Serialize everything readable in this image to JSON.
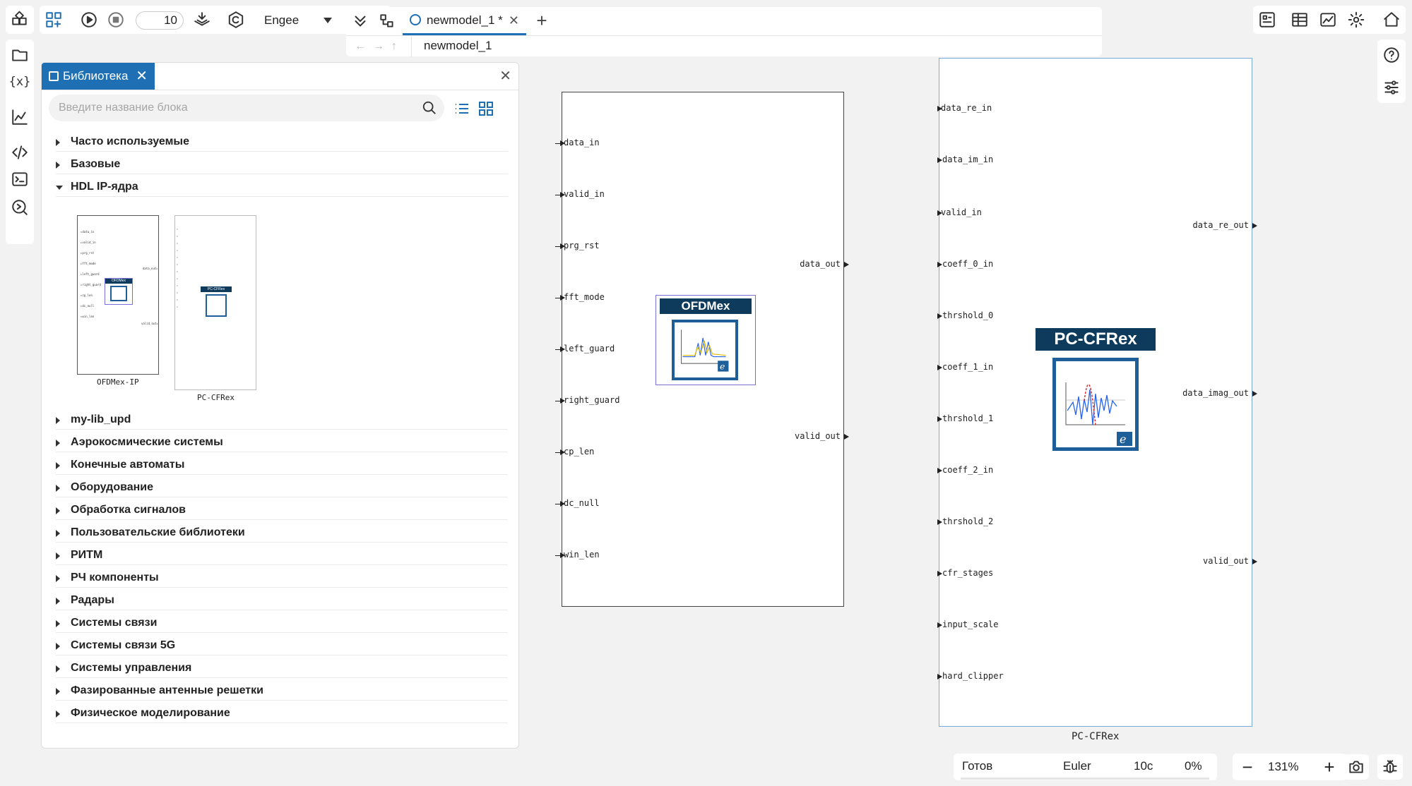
{
  "toolbar": {
    "step_count": "10",
    "solver": "Engee"
  },
  "tabs": [
    {
      "label": "newmodel_1 *"
    }
  ],
  "path": {
    "crumb": "newmodel_1"
  },
  "library": {
    "tab_label": "Библиотека",
    "search_placeholder": "Введите название блока",
    "categories_top": [
      {
        "label": "Часто используемые",
        "open": false
      },
      {
        "label": "Базовые",
        "open": false
      },
      {
        "label": "HDL IP-ядра",
        "open": true
      }
    ],
    "hdl_items": [
      {
        "name": "OFDMex-IP",
        "inner": "OFDMex"
      },
      {
        "name": "PC-CFRex",
        "inner": "PC-CFRex"
      }
    ],
    "categories_bottom": [
      {
        "label": "my-lib_upd"
      },
      {
        "label": "Аэрокосмические системы"
      },
      {
        "label": "Конечные автоматы"
      },
      {
        "label": "Оборудование"
      },
      {
        "label": "Обработка сигналов"
      },
      {
        "label": "Пользовательские библиотеки"
      },
      {
        "label": "РИТМ"
      },
      {
        "label": "РЧ компоненты"
      },
      {
        "label": "Радары"
      },
      {
        "label": "Системы связи"
      },
      {
        "label": "Системы связи 5G"
      },
      {
        "label": "Системы управления"
      },
      {
        "label": "Фазированные антенные решетки"
      },
      {
        "label": "Физическое моделирование"
      }
    ]
  },
  "canvas": {
    "ofdm_block": {
      "title": "OFDMex",
      "inputs": [
        "data_in",
        "valid_in",
        "prg_rst",
        "fft_mode",
        "left_guard",
        "right_guard",
        "cp_len",
        "dc_null",
        "win_len"
      ],
      "outputs": [
        "data_out",
        "valid_out"
      ]
    },
    "cfr_block": {
      "title": "PC-CFRex",
      "label": "PC-CFRex",
      "inputs": [
        "data_re_in",
        "data_im_in",
        "valid_in",
        "coeff_0_in",
        "thrshold_0",
        "coeff_1_in",
        "thrshold_1",
        "coeff_2_in",
        "thrshold_2",
        "cfr_stages",
        "input_scale",
        "hard_clipper"
      ],
      "outputs": [
        "data_re_out",
        "data_imag_out",
        "valid_out"
      ]
    }
  },
  "status": {
    "state": "Готов",
    "method": "Euler",
    "time": "10с",
    "progress": "0%"
  },
  "zoom": {
    "level": "131%"
  },
  "colors": {
    "accent": "#1e6fb3",
    "block_header": "#0e3a5c",
    "selection": "#7a6fd8"
  }
}
